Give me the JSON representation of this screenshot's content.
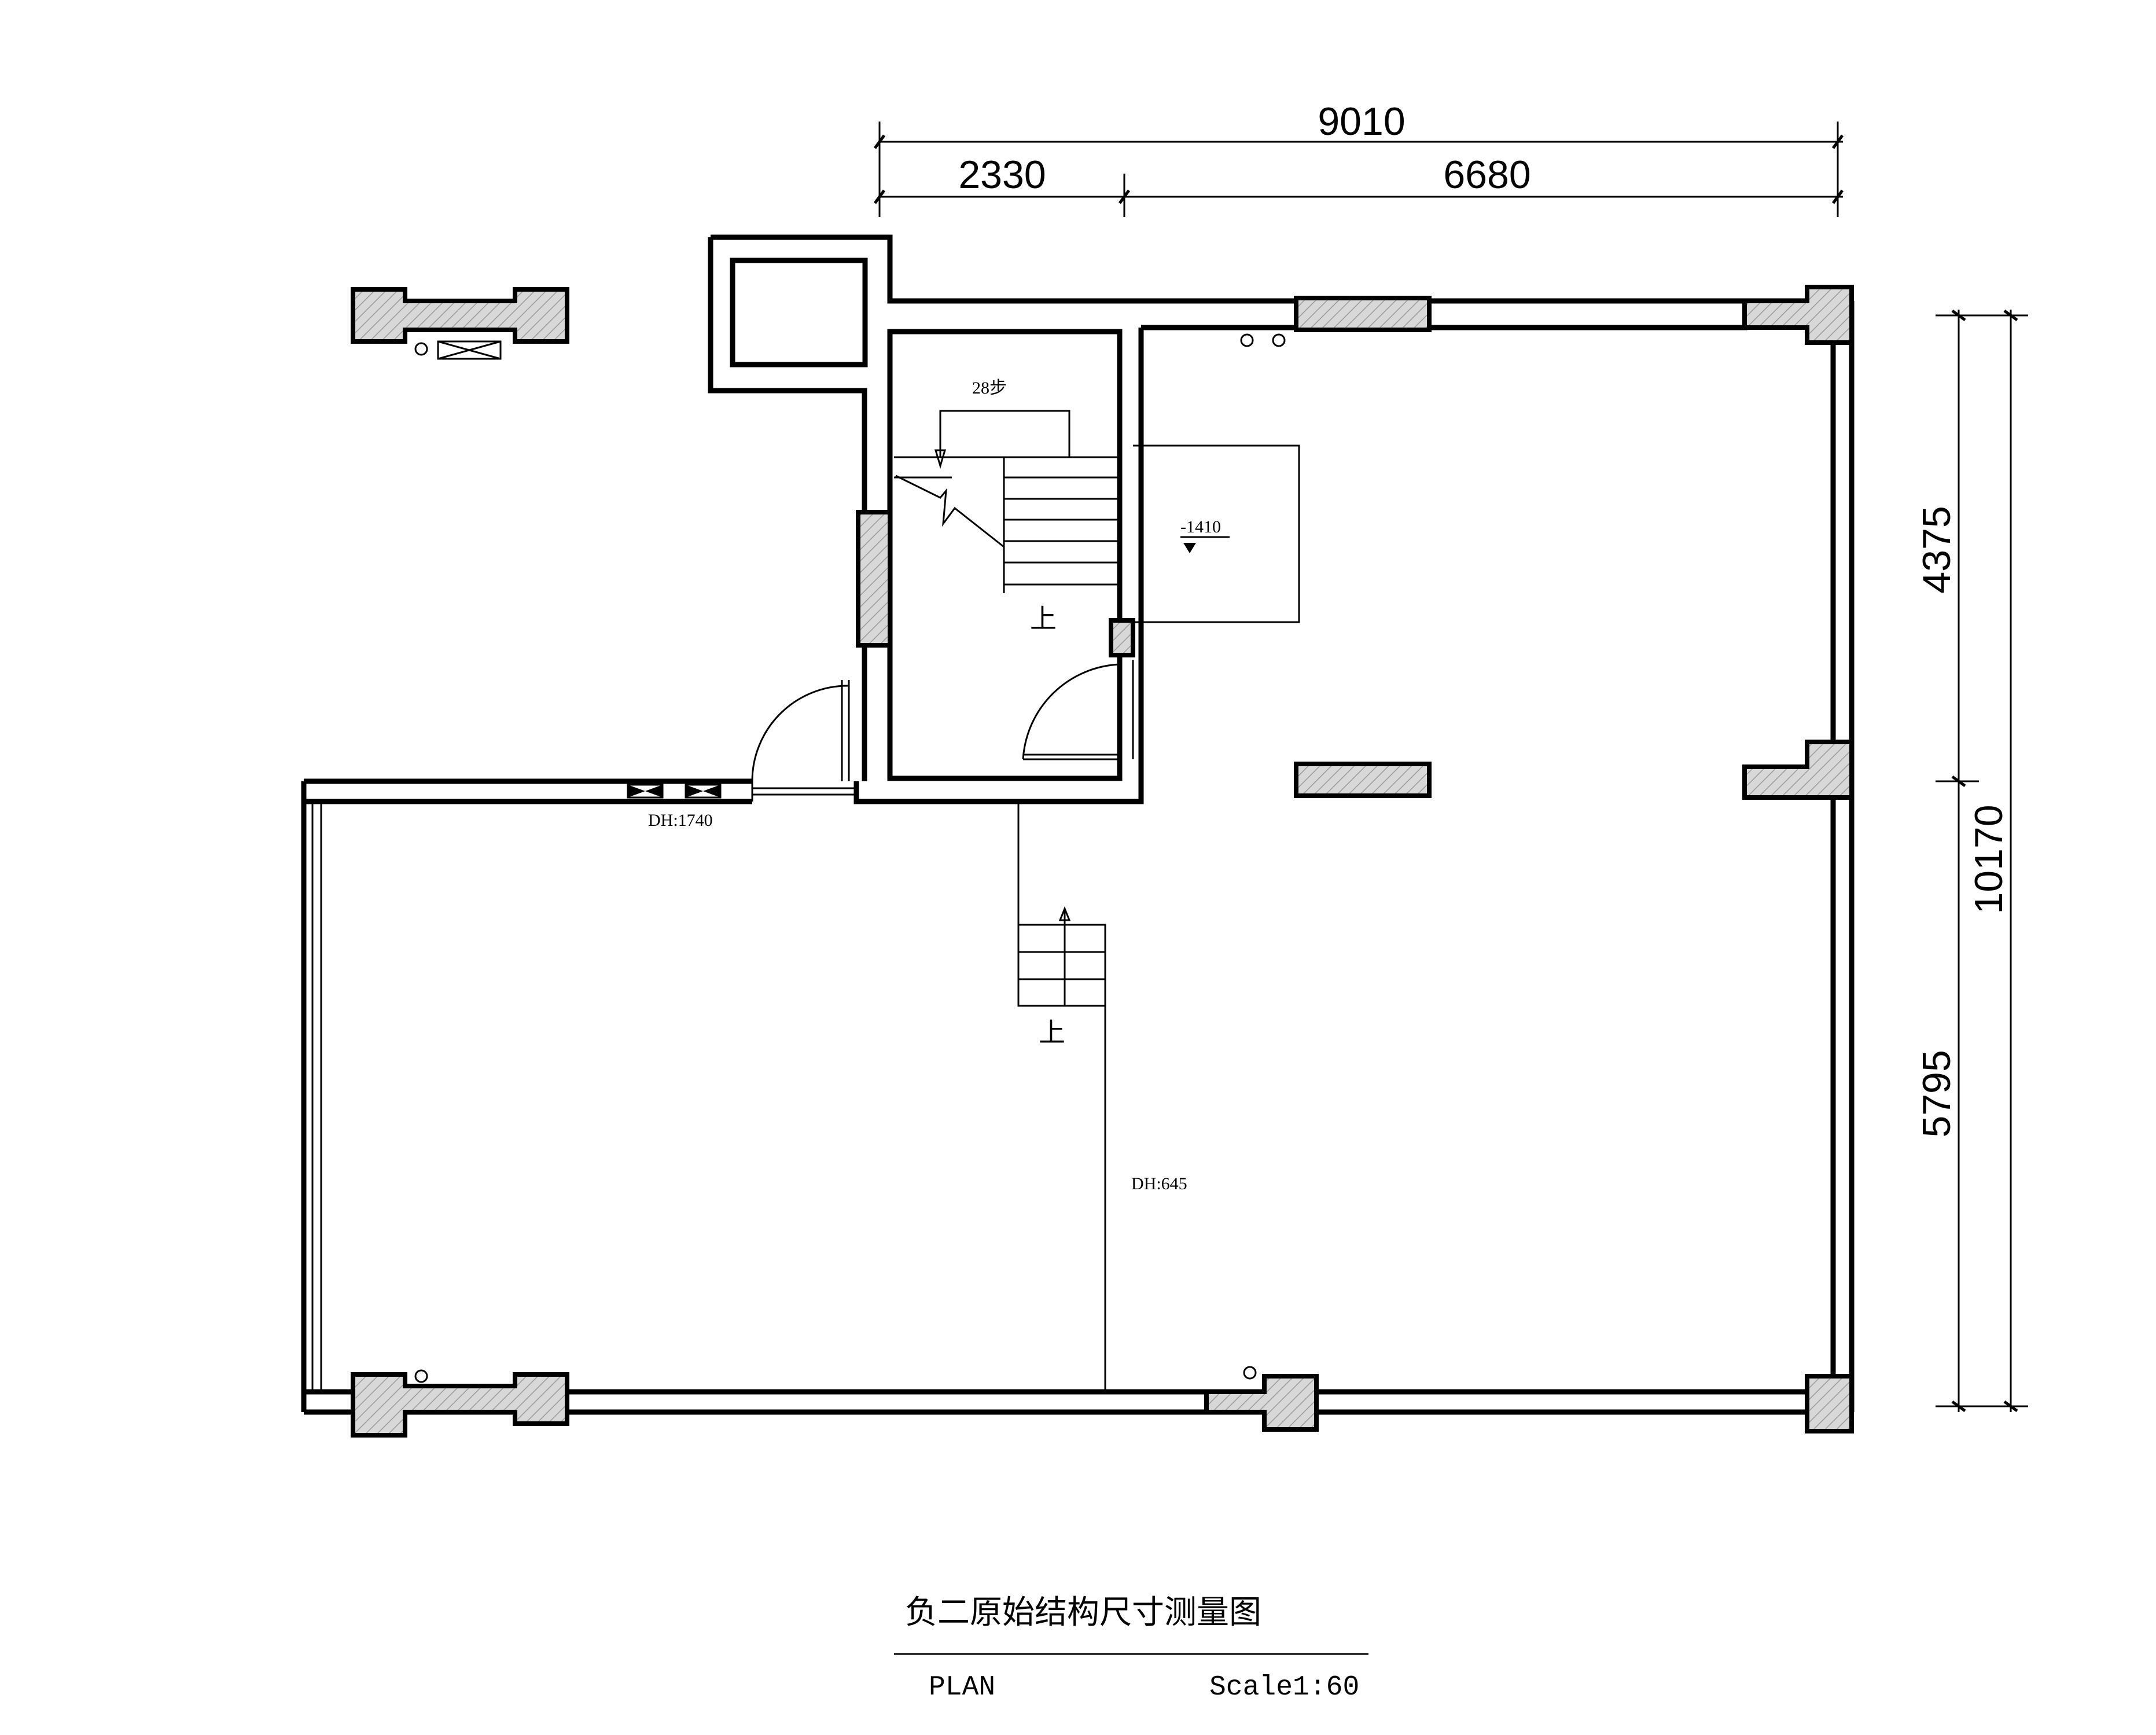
{
  "dimensions": {
    "top_total": "9010",
    "top_left": "2330",
    "top_right": "6680",
    "right_upper": "4375",
    "right_lower": "5795",
    "right_total": "10170"
  },
  "annotations": {
    "steps": "28步",
    "level": "-1410",
    "up_upper": "上",
    "up_lower": "上",
    "dh_window": "DH:1740",
    "dh_room": "DH:645"
  },
  "title": {
    "main": "负二原始结构尺寸测量图",
    "plan": "PLAN",
    "scale": "Scale1:60"
  }
}
